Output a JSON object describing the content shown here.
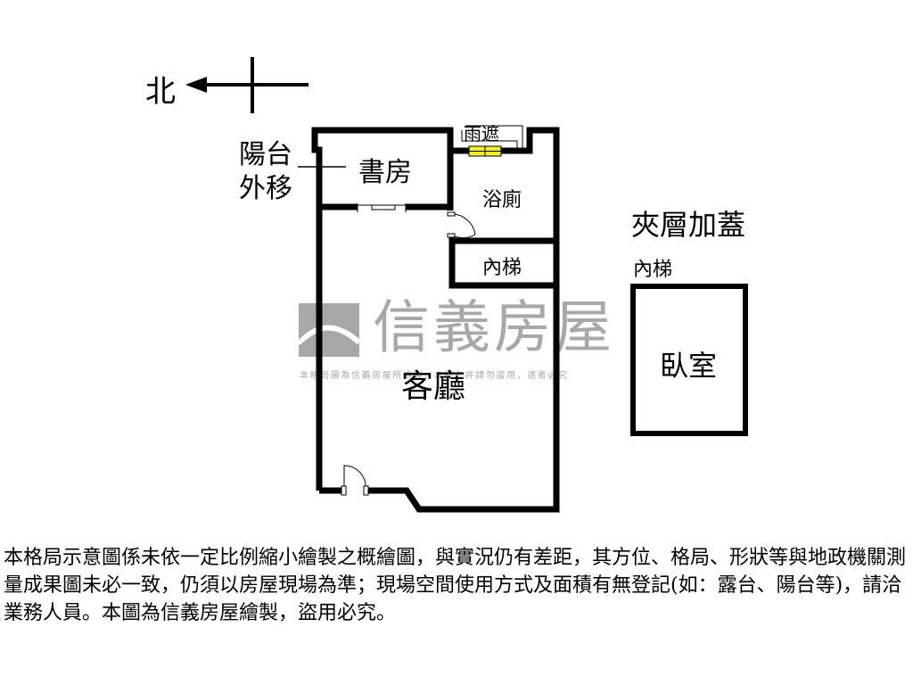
{
  "compass": {
    "north_label": "北"
  },
  "watermark": {
    "brand": "信義房屋",
    "notice": "本格局圖為信義房屋所繪製，未經允許請勿盜用，違者必究",
    "color": "#a8a8a8"
  },
  "rooms": {
    "balcony_moved": [
      "陽台",
      "外移"
    ],
    "study": "書房",
    "canopy": "雨遮",
    "bathroom": "浴廁",
    "inner_stair": "內梯",
    "living_room": "客廳",
    "mezzanine_title": "夾層加蓋",
    "mezzanine_stair": "內梯",
    "bedroom": "臥室"
  },
  "colors": {
    "wall": "#000000",
    "canopy_fill": "#f5ef2a"
  },
  "disclaimer": "本格局示意圖係未依一定比例縮小繪製之概繪圖，與實況仍有差距，其方位、格局、形狀等與地政機關測量成果圖未必一致，仍須以房屋現場為準；現場空間使用方式及面積有無登記(如：露台、陽台等)，請洽業務人員。本圖為信義房屋繪製，盜用必究。"
}
